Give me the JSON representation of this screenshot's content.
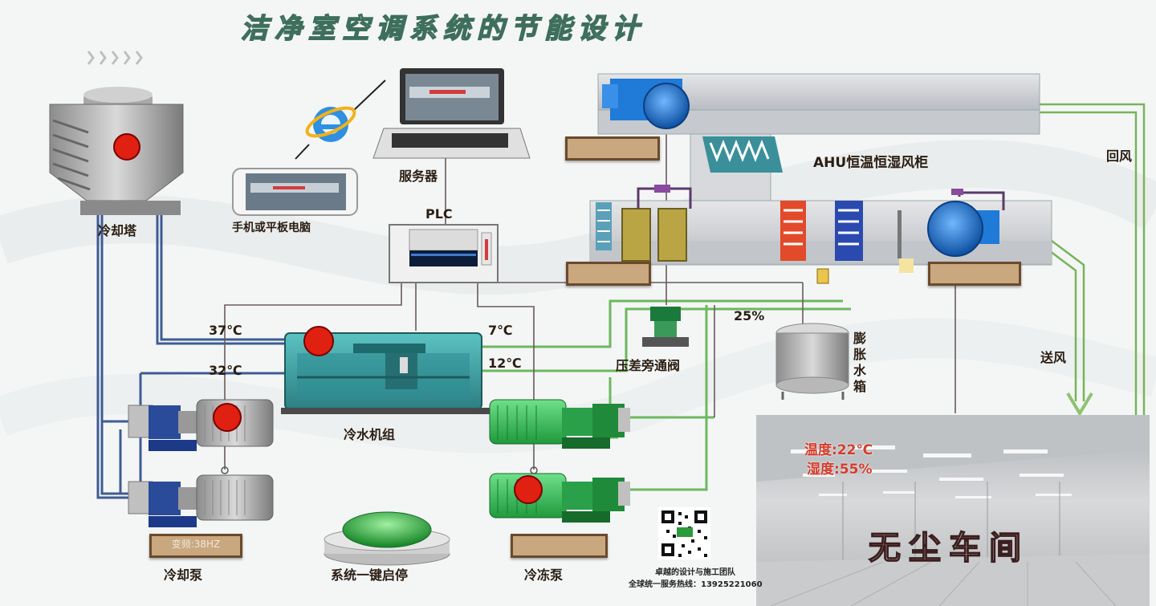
{
  "title": "洁净室空调系统的节能设计",
  "labels": {
    "cooling_tower": "冷却塔",
    "mobile": "手机或平板电脑",
    "server": "服务器",
    "plc": "PLC",
    "ahu": "AHU恒温恒湿风柜",
    "return_air": "回风",
    "supply_air": "送风",
    "temp_37": "37℃",
    "temp_32": "32℃",
    "temp_7": "7℃",
    "temp_12": "12℃",
    "percent_25": "25%",
    "bypass_valve": "压差旁通阀",
    "expansion_tank": "膨胀水箱",
    "chiller": "冷水机组",
    "cooling_pump": "冷却泵",
    "one_key": "系统一键启停",
    "chilled_pump": "冷冻泵",
    "vfd_plate": "变频:38HZ"
  },
  "cleanroom": {
    "temperature": "温度:22℃",
    "humidity": "湿度:55%",
    "name": "无尘车间"
  },
  "footer": {
    "line1": "卓越的设计与施工团队",
    "line2": "全球统一服务热线：13925221060"
  },
  "colors": {
    "water_line": "#3e5c94",
    "air_line": "#7cb45a",
    "signal_line": "#6a5a5a",
    "machine": "#3aa0a0",
    "indicator": "#e02010",
    "plate_fill": "#c9a880"
  }
}
